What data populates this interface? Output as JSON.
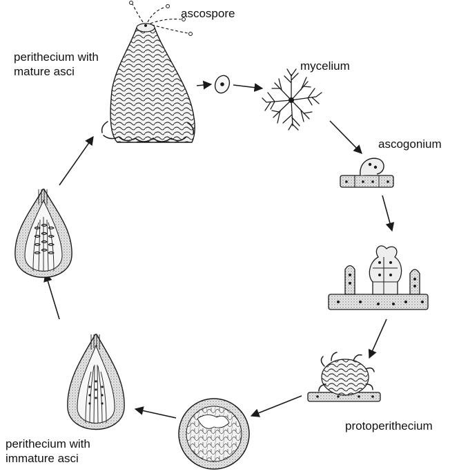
{
  "labels": {
    "ascospore": "ascospore",
    "mycelium": "mycelium",
    "ascogonium": "ascogonium",
    "protoperithecium": "protoperithecium",
    "perithecium_immature_line1": "perithecium with",
    "perithecium_immature_line2": "immature asci",
    "perithecium_mature_line1": "perithecium with",
    "perithecium_mature_line2": "mature asci"
  },
  "stage_icons": [
    "ascospore-icon",
    "mycelium-icon",
    "ascogonium-icon",
    "dikaryotic-hyphae-icon",
    "protoperithecium-icon",
    "developing-perithecium-icon",
    "immature-perithecium-icon",
    "maturing-perithecium-icon",
    "mature-perithecium-icon"
  ],
  "colors": {
    "ink": "#1a1a1a",
    "tissue": "#dcdcdc",
    "cell": "#ececec"
  }
}
